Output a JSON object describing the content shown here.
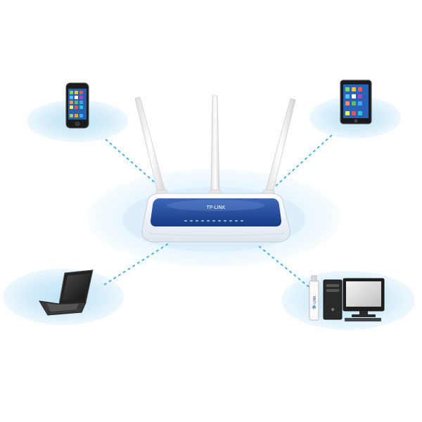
{
  "router": {
    "brand_text": "TP-LINK",
    "body_color": "#f3f6f9",
    "panel_color": "#23499a",
    "antenna_color": "#f7f7f7"
  },
  "devices": [
    "smartphone",
    "tablet",
    "laptop",
    "desktop-computer",
    "usb-wireless-adapter"
  ],
  "usb_adapter": {
    "label_text": "TP-LINK"
  },
  "colors": {
    "halo": "#d6edf9",
    "halo_inner": "#bfe3f6",
    "link_line": "#49b4e4"
  }
}
